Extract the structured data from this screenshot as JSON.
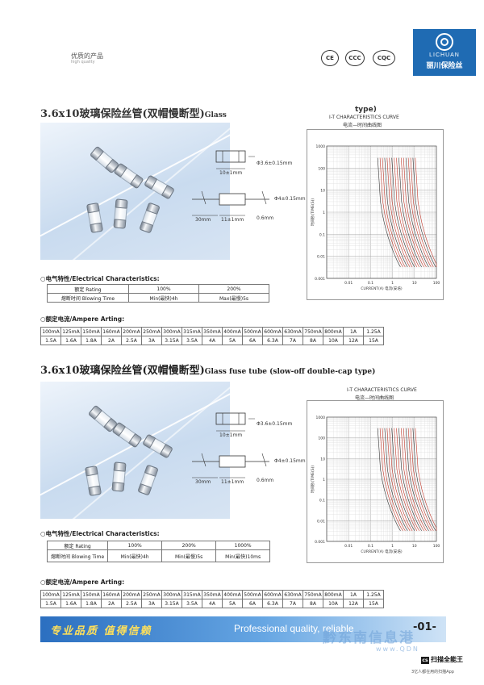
{
  "header": {
    "slogan": "优质的产品",
    "slogan_sub": "high quality",
    "certs": [
      "CE",
      "CCC",
      "CQC"
    ],
    "logo_en": "LICHUAN",
    "logo_cn": "丽川保险丝"
  },
  "section1": {
    "title_cn": "3.6x10玻璃保险丝管(双帽慢断型)",
    "title_en": "Glass",
    "title_tail": "type)",
    "chart_title_en": "I-T CHARACTERISTICS CURVE",
    "chart_title_cn": "电流—时间曲线图"
  },
  "section2": {
    "title_cn": "3.6x10玻璃保险丝管(双帽慢断型)",
    "title_en": "Glass fuse tube (slow-off double-cap type)",
    "chart_title_en": "I-T CHARACTERISTICS CURVE",
    "chart_title_cn": "电流—时间曲线图"
  },
  "drawing": {
    "diam_top": "Φ3.6±0.15mm",
    "len_top": "10±1mm",
    "diam_wire": "Φ4±0.15mm",
    "lead_len": "30mm",
    "body_len": "11±1mm",
    "wire_d": "0.6mm"
  },
  "electrical_label": "○电气特性/Electrical Characteristics:",
  "electrical1": {
    "rows": [
      [
        "额定 Rating",
        "100%",
        "200%"
      ],
      [
        "熔断时间 Blowing Time",
        "Min(最快)4h",
        "Max(最慢)5s"
      ]
    ]
  },
  "electrical2": {
    "rows": [
      [
        "额定 Rating",
        "100%",
        "200%",
        "1000%"
      ],
      [
        "熔断时间 Blowing Time",
        "Min(最快)4h",
        "Min(最慢)5s",
        "Min(最快)10ms"
      ]
    ]
  },
  "ampere_label": "○额定电流/Ampere Arting:",
  "ampere": {
    "row1": [
      "100mA",
      "125mA",
      "150mA",
      "160mA",
      "200mA",
      "250mA",
      "300mA",
      "315mA",
      "350mA",
      "400mA",
      "500mA",
      "600mA",
      "630mA",
      "750mA",
      "800mA",
      "1A",
      "1.25A"
    ],
    "row2": [
      "1.5A",
      "1.6A",
      "1.8A",
      "2A",
      "2.5A",
      "3A",
      "3.15A",
      "3.5A",
      "4A",
      "5A",
      "6A",
      "6.3A",
      "7A",
      "8A",
      "10A",
      "12A",
      "15A"
    ]
  },
  "chart_data": [
    {
      "type": "line",
      "title": "I-T CHARACTERISTICS CURVE",
      "subtitle": "电流—时间曲线图",
      "xlabel": "CURRENT(A) 电流(安培)",
      "ylabel": "时间秒(TIME(S))",
      "x_scale": "log",
      "y_scale": "log",
      "xlim": [
        0.001,
        100
      ],
      "ylim": [
        0.001,
        1000
      ],
      "x_ticks": [
        "0.01",
        "0.1",
        "1",
        "10",
        "100"
      ],
      "y_ticks": [
        "1000",
        "100",
        "10",
        "1",
        "0.1",
        "0.01",
        "0.001"
      ],
      "curves": 17
    },
    {
      "type": "line",
      "title": "I-T CHARACTERISTICS CURVE",
      "subtitle": "电流—时间曲线图",
      "xlabel": "CURRENT(A) 电流(安培)",
      "ylabel": "时间秒(TIME(S))",
      "x_scale": "log",
      "y_scale": "log",
      "xlim": [
        0.001,
        100
      ],
      "ylim": [
        0.001,
        1000
      ],
      "x_ticks": [
        "0.01",
        "0.1",
        "1",
        "10",
        "100"
      ],
      "y_ticks": [
        "1000",
        "100",
        "10",
        "1",
        "0.1",
        "0.01",
        "0.001"
      ],
      "curves": 17
    }
  ],
  "footer": {
    "cn": "专业品质  值得信赖",
    "en": "Professional quality, reliable",
    "page": "-01-",
    "watermark": "黔东南信息港",
    "watermark_url": "www.QDN",
    "scanner": "扫描全能王",
    "scanner_sub": "3亿人都在用的扫描App"
  }
}
